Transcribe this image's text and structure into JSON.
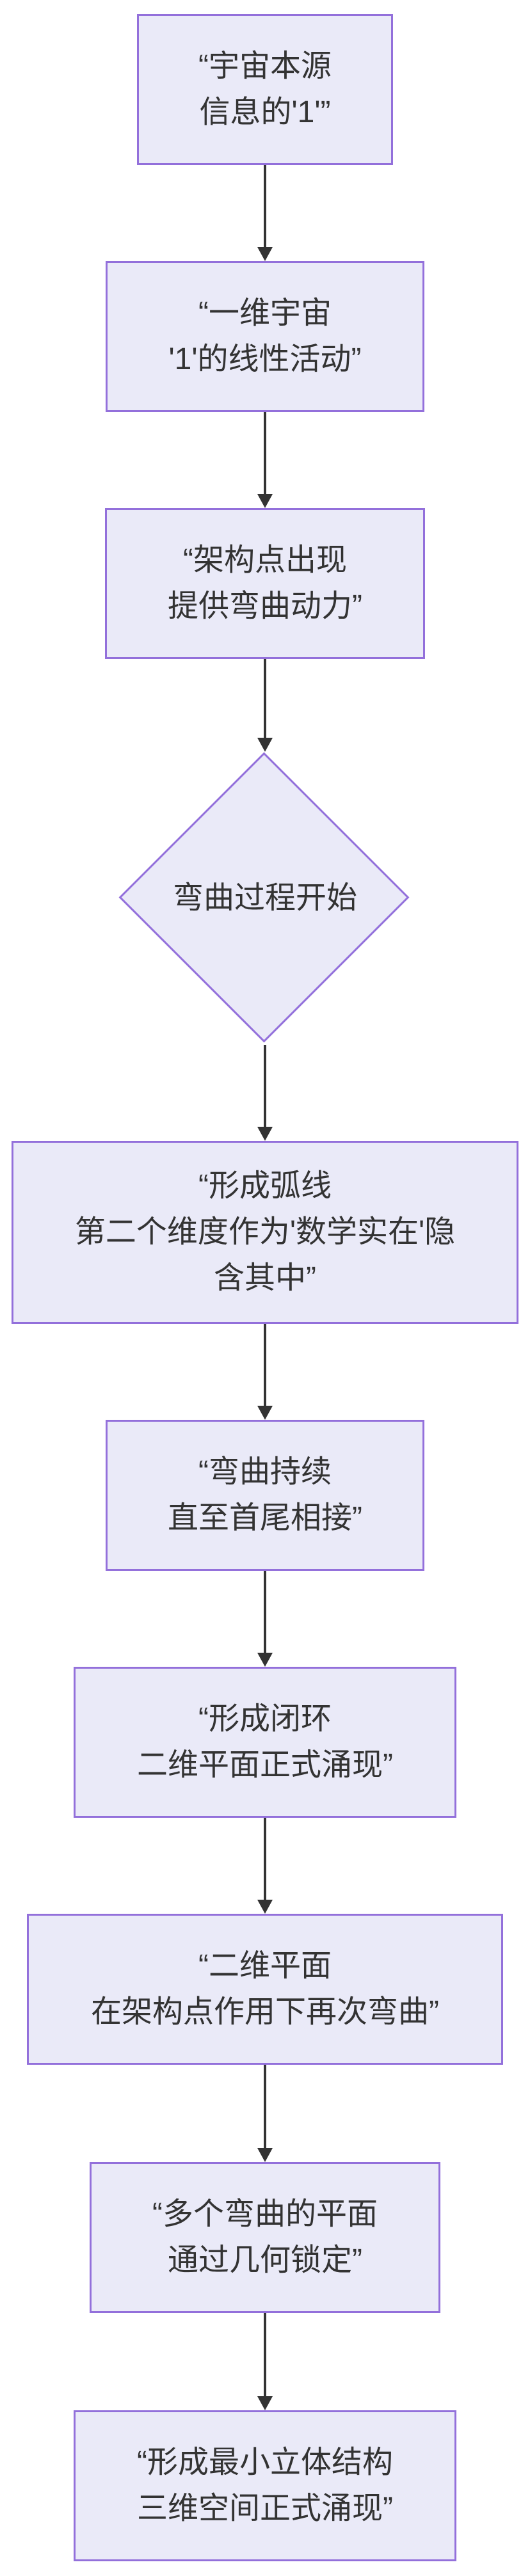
{
  "diagram": {
    "type": "flowchart",
    "direction": "top-down",
    "colors": {
      "background": "#ffffff",
      "node_fill": "#eaeaf8",
      "node_border": "#9370DB",
      "text": "#333333",
      "arrow": "#333333"
    },
    "nodes": [
      {
        "id": "n1",
        "shape": "rect",
        "lines": [
          "“宇宙本源",
          "信息的'1'”"
        ]
      },
      {
        "id": "n2",
        "shape": "rect",
        "lines": [
          "“一维宇宙",
          "'1'的线性活动”"
        ]
      },
      {
        "id": "n3",
        "shape": "rect",
        "lines": [
          "“架构点出现",
          "提供弯曲动力”"
        ]
      },
      {
        "id": "n4",
        "shape": "diamond",
        "lines": [
          "弯曲过程开始"
        ]
      },
      {
        "id": "n5",
        "shape": "rect",
        "lines": [
          "“形成弧线",
          "第二个维度作为'数学实在'隐",
          "含其中”"
        ]
      },
      {
        "id": "n6",
        "shape": "rect",
        "lines": [
          "“弯曲持续",
          "直至首尾相接”"
        ]
      },
      {
        "id": "n7",
        "shape": "rect",
        "lines": [
          "“形成闭环",
          "二维平面正式涌现”"
        ]
      },
      {
        "id": "n8",
        "shape": "rect",
        "lines": [
          "“二维平面",
          "在架构点作用下再次弯曲”"
        ]
      },
      {
        "id": "n9",
        "shape": "rect",
        "lines": [
          "“多个弯曲的平面",
          "通过几何锁定”"
        ]
      },
      {
        "id": "n10",
        "shape": "rect",
        "lines": [
          "“形成最小立体结构",
          "三维空间正式涌现”"
        ]
      }
    ],
    "edges": [
      {
        "from": "n1",
        "to": "n2",
        "label": ""
      },
      {
        "from": "n2",
        "to": "n3",
        "label": ""
      },
      {
        "from": "n3",
        "to": "n4",
        "label": ""
      },
      {
        "from": "n4",
        "to": "n5",
        "label": ""
      },
      {
        "from": "n5",
        "to": "n6",
        "label": ""
      },
      {
        "from": "n6",
        "to": "n7",
        "label": ""
      },
      {
        "from": "n7",
        "to": "n8",
        "label": ""
      },
      {
        "from": "n8",
        "to": "n9",
        "label": ""
      },
      {
        "from": "n9",
        "to": "n10",
        "label": ""
      }
    ]
  }
}
